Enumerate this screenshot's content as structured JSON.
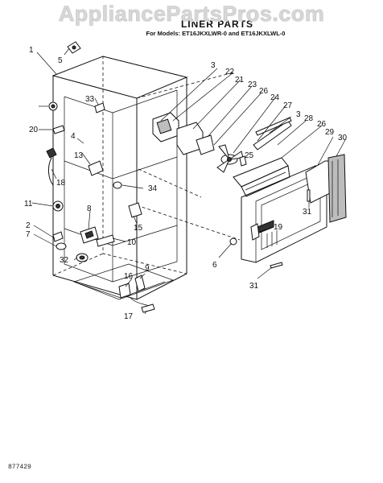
{
  "watermark": "AppliancePartsPros.com",
  "title": "LINER PARTS",
  "subtitle": "For Models: ET16JKXLWR-0 and ET16JKXLWL-0",
  "doc_number": "877429",
  "callouts": [
    "1",
    "5",
    "3",
    "22",
    "21",
    "23",
    "26",
    "24",
    "27",
    "3",
    "28",
    "26",
    "29",
    "30",
    "33",
    "20",
    "4",
    "13",
    "18",
    "34",
    "25",
    "11",
    "8",
    "2",
    "7",
    "31",
    "19",
    "32",
    "10",
    "15",
    "6",
    "31",
    "9",
    "16",
    "17"
  ]
}
